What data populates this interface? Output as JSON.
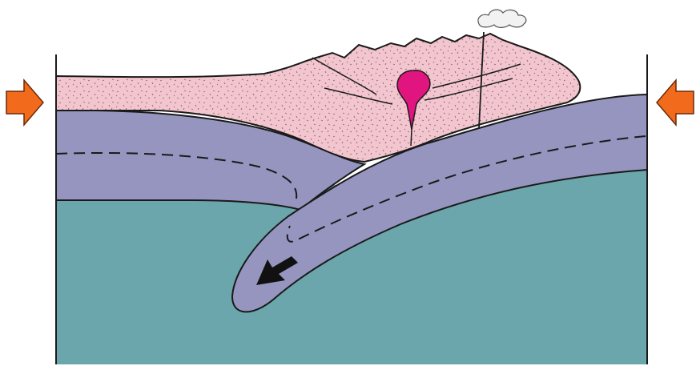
{
  "diagram": {
    "type": "subduction-zone-cross-section",
    "labels": [],
    "colors": {
      "background": "#ffffff",
      "continental_crust": "#f3c6cf",
      "crust_speckle": "#8a6a74",
      "lithosphere_plate": "#9595c0",
      "mantle": "#6aa6ac",
      "magma_chamber": "#e0157f",
      "compression_arrows": "#f26b1d",
      "outline": "#1a1a1a",
      "steam_plume": "#f2f2f2"
    },
    "elements": [
      {
        "name": "continental-crust",
        "description_shown": false
      },
      {
        "name": "overriding-plate",
        "description_shown": false
      },
      {
        "name": "subducting-plate",
        "description_shown": false
      },
      {
        "name": "mantle",
        "description_shown": false
      },
      {
        "name": "magma-chamber",
        "description_shown": false
      },
      {
        "name": "volcano-vent",
        "description_shown": false
      },
      {
        "name": "compression-arrow-left",
        "direction": "right"
      },
      {
        "name": "compression-arrow-right",
        "direction": "left"
      },
      {
        "name": "subduction-direction-arrow",
        "direction": "down-left"
      }
    ]
  }
}
